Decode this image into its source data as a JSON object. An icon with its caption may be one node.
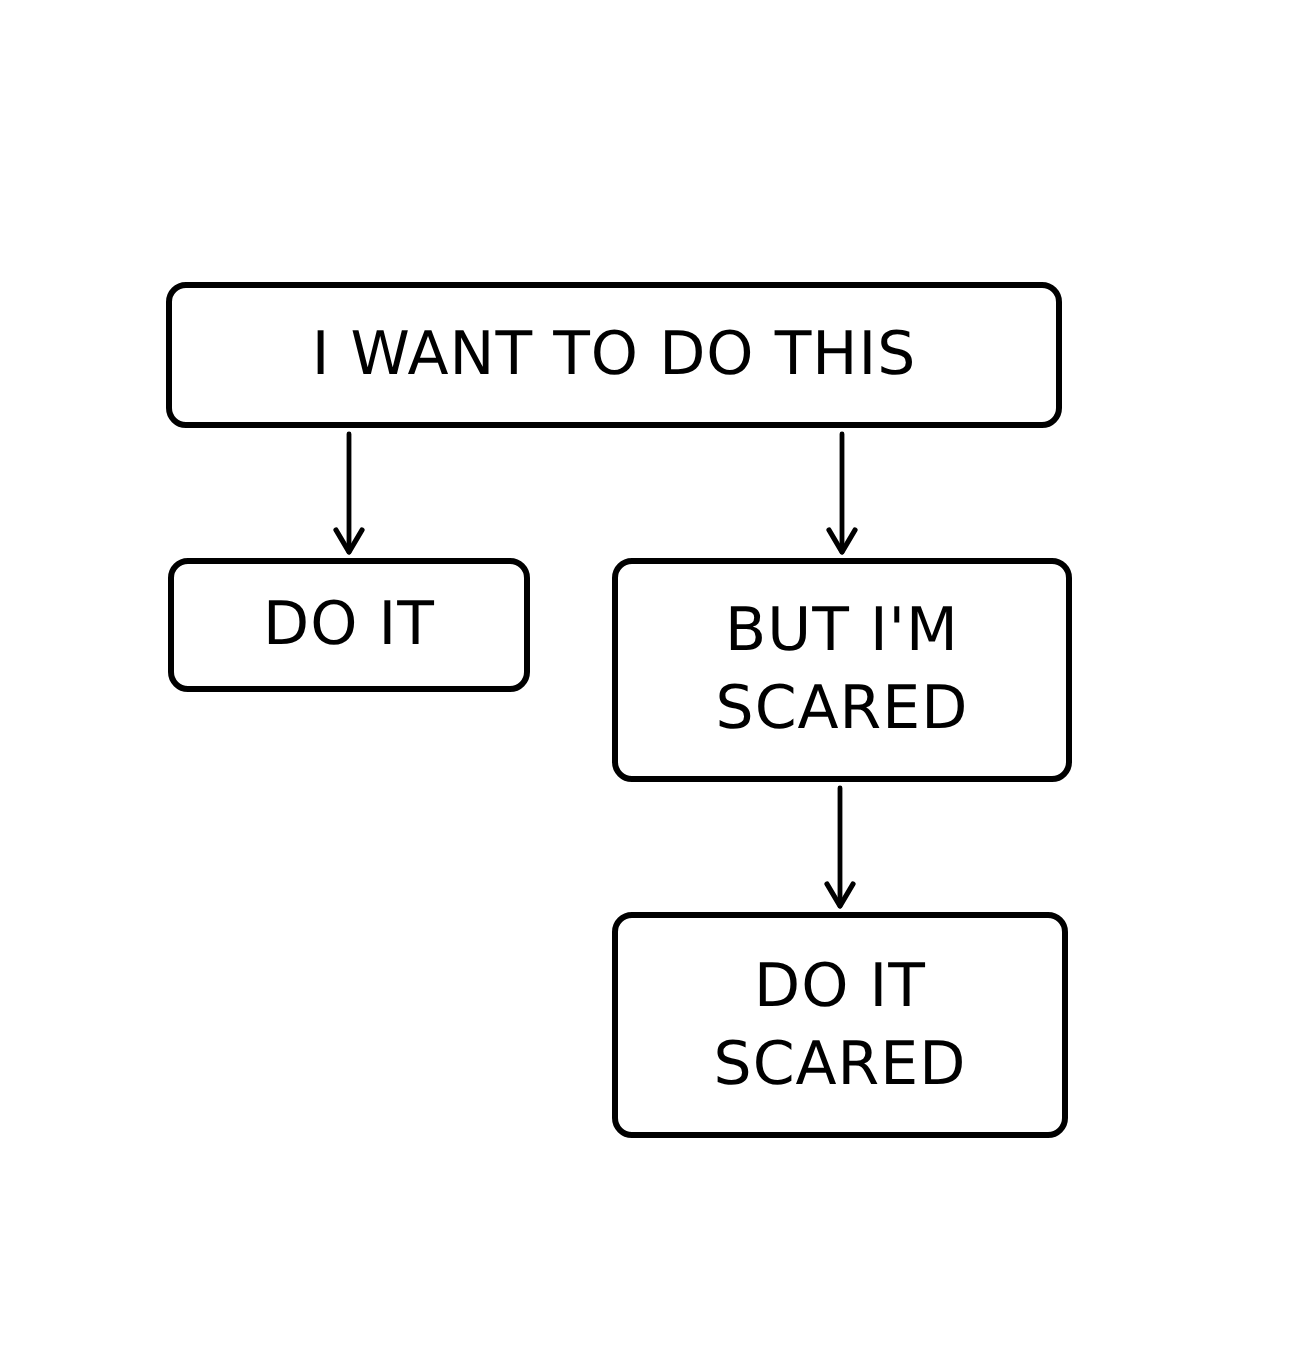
{
  "diagram": {
    "nodes": [
      {
        "text": [
          "I WANT TO DO THIS"
        ]
      },
      {
        "text": [
          "DO IT"
        ]
      },
      {
        "text": [
          "BUT I'M SCARED"
        ]
      },
      {
        "text": [
          "DO IT SCARED"
        ]
      }
    ],
    "edges": [
      {
        "from": 0,
        "to": 1,
        "arrow": "to"
      },
      {
        "from": 0,
        "to": 2,
        "arrow": "to"
      },
      {
        "from": 2,
        "to": 3,
        "arrow": "to"
      }
    ]
  }
}
